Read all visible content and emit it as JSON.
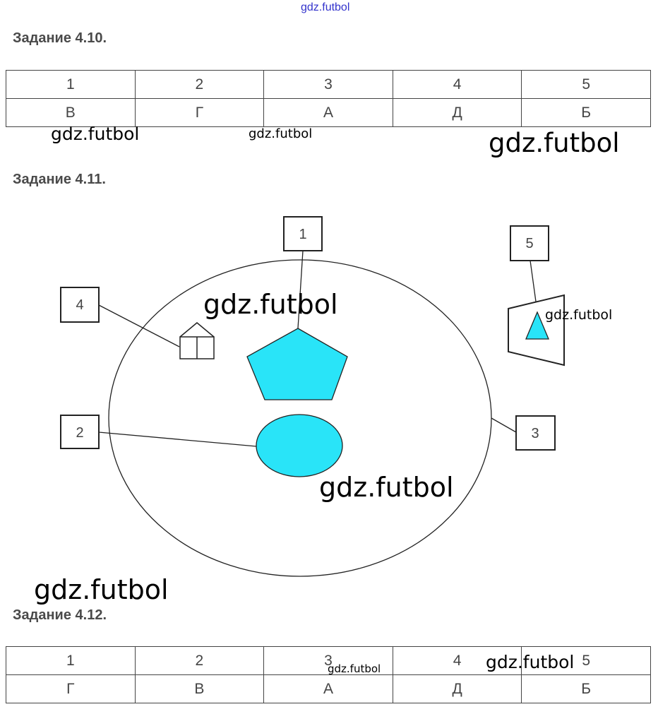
{
  "header_watermark": "gdz.futbol",
  "task_410": {
    "title": "Задание 4.10.",
    "header": [
      "1",
      "2",
      "3",
      "4",
      "5"
    ],
    "answers": [
      "В",
      "Г",
      "А",
      "Д",
      "Б"
    ]
  },
  "task_411": {
    "title": "Задание 4.11.",
    "labels": [
      "1",
      "2",
      "3",
      "4",
      "5"
    ],
    "colors": {
      "fill": "#29e4f8",
      "stroke": "#222222"
    }
  },
  "task_412": {
    "title": "Задание 4.12.",
    "header": [
      "1",
      "2",
      "3",
      "4",
      "5"
    ],
    "answers": [
      "Г",
      "В",
      "А",
      "Д",
      "Б"
    ]
  },
  "watermarks": [
    "gdz.futbol",
    "gdz.futbol",
    "gdz.futbol",
    "gdz.futbol",
    "gdz.futbol",
    "gdz.futbol",
    "gdz.futbol",
    "gdz.futbol",
    "gdz.futbol"
  ]
}
